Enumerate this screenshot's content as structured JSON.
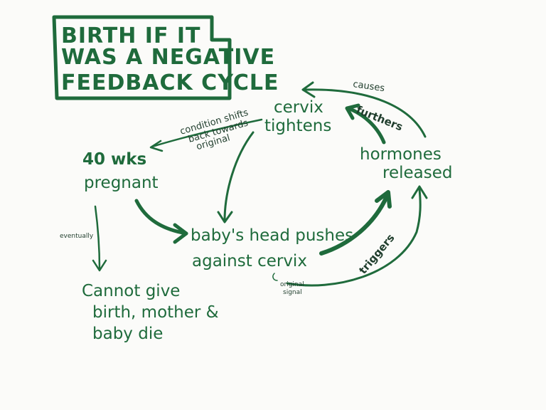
{
  "title": {
    "line1": "BIRTH IF IT",
    "line2": "WAS A NEGATIVE",
    "line3": "FEEDBACK CYCLE"
  },
  "nodes": {
    "cervix_tightens": {
      "line1": "cervix",
      "line2": "tightens"
    },
    "hormones_released": {
      "line1": "hormones",
      "line2": "released"
    },
    "pregnant": {
      "line1": "40 wks",
      "line2": "pregnant"
    },
    "head_pushes": {
      "line1": "baby's head pushes",
      "line2": "against cervix"
    },
    "outcome": {
      "line1": "Cannot give",
      "line2": "birth, mother &",
      "line3": "baby die"
    }
  },
  "edge_labels": {
    "causes": "causes",
    "furthers": "furthers",
    "condition_shifts": {
      "line1": "condition shifts",
      "line2": "back towards",
      "line3": "original"
    },
    "eventually": "eventually",
    "triggers": "triggers",
    "original_signal": {
      "line1": "original",
      "line2": "signal"
    }
  },
  "colors": {
    "ink": "#1f6b3c",
    "dark_ink": "#1f3d2c",
    "background": "#fbfbf9"
  }
}
